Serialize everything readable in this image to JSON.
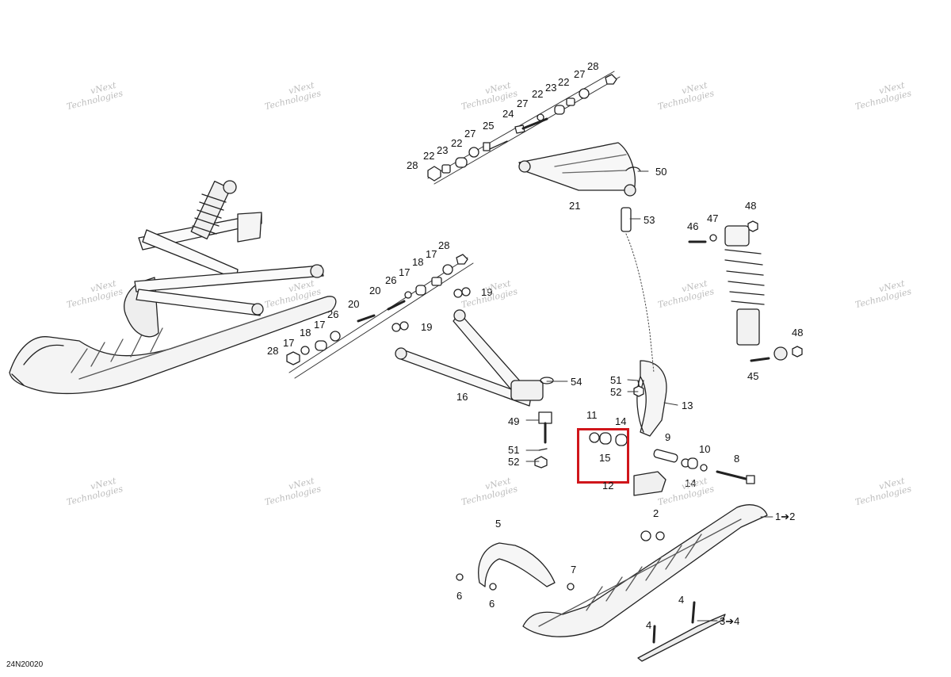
{
  "figure_code": "24N20020",
  "watermark": {
    "line1": "vNext",
    "line2": "Technologies"
  },
  "highlight_color": "#d0161b",
  "callouts": [
    "28",
    "27",
    "22",
    "23",
    "22",
    "27",
    "22",
    "24",
    "25",
    "27",
    "22",
    "23",
    "22",
    "28",
    "50",
    "21",
    "53",
    "48",
    "47",
    "46",
    "28",
    "17",
    "18",
    "17",
    "20",
    "26",
    "17",
    "20",
    "19",
    "26",
    "18",
    "17",
    "28",
    "19",
    "16",
    "54",
    "51",
    "52",
    "13",
    "11",
    "14",
    "9",
    "49",
    "15",
    "10",
    "8",
    "51",
    "52",
    "14",
    "12",
    "5",
    "2",
    "1➔2",
    "7",
    "6",
    "6",
    "4",
    "3➔4",
    "4",
    "48",
    "45"
  ]
}
